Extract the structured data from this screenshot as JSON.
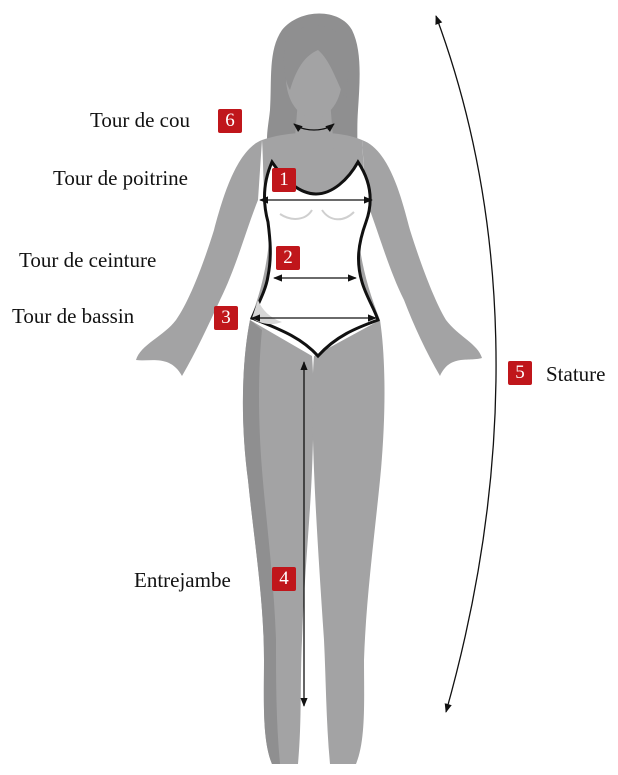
{
  "colors": {
    "badge": "#c0161b",
    "body_dark": "#8f8f90",
    "body_mid": "#a3a3a4",
    "body_light": "#bdbdbe",
    "garment": "#ffffff",
    "outline": "#111111"
  },
  "measurements": [
    {
      "number": "1",
      "label": "Tour de poitrine"
    },
    {
      "number": "2",
      "label": "Tour de ceinture"
    },
    {
      "number": "3",
      "label": "Tour de bassin"
    },
    {
      "number": "4",
      "label": "Entrejambe"
    },
    {
      "number": "5",
      "label": "Stature"
    },
    {
      "number": "6",
      "label": "Tour de cou"
    }
  ]
}
